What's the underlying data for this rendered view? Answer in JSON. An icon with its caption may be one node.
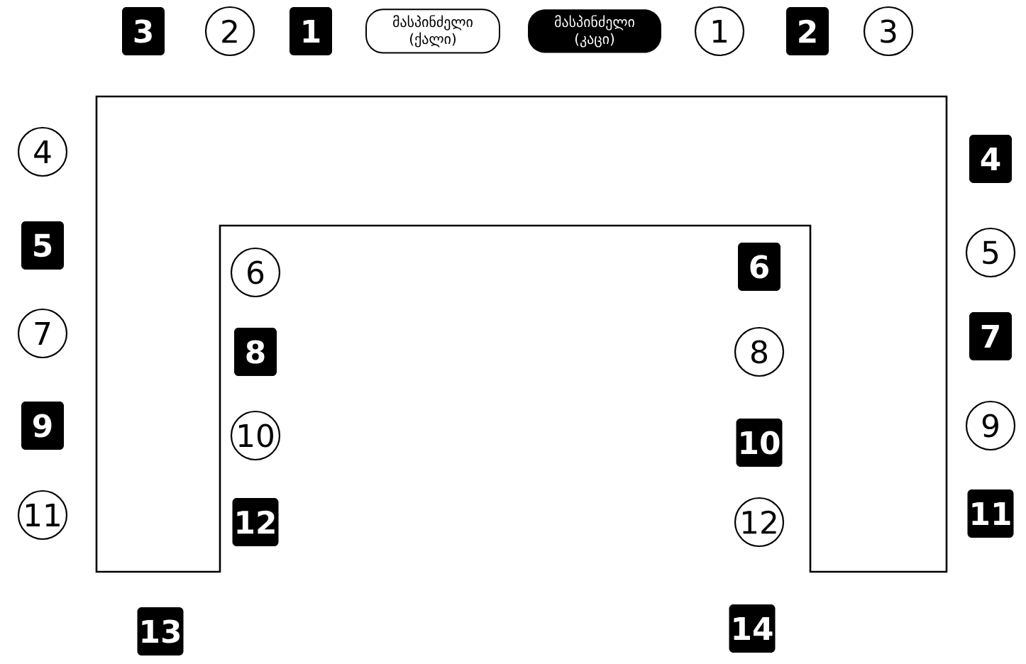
{
  "diagram": {
    "nodes": [
      {
        "text": [
          "3"
        ]
      },
      {
        "text": [
          "2"
        ]
      },
      {
        "text": [
          "1"
        ]
      },
      {
        "text": [
          "მასპინძელი (ქალი)"
        ]
      },
      {
        "text": [
          "მასპინძელი (კაცი)"
        ]
      },
      {
        "text": [
          "1"
        ]
      },
      {
        "text": [
          "2"
        ]
      },
      {
        "text": [
          "3"
        ]
      },
      {
        "text": [
          "4"
        ]
      },
      {
        "text": [
          "4"
        ]
      },
      {
        "text": [
          "5"
        ]
      },
      {
        "text": [
          "6"
        ]
      },
      {
        "text": [
          "6"
        ]
      },
      {
        "text": [
          "5"
        ]
      },
      {
        "text": [
          "7"
        ]
      },
      {
        "text": [
          "8"
        ]
      },
      {
        "text": [
          "8"
        ]
      },
      {
        "text": [
          "7"
        ]
      },
      {
        "text": [
          "9"
        ]
      },
      {
        "text": [
          "10"
        ]
      },
      {
        "text": [
          "10"
        ]
      },
      {
        "text": [
          "9"
        ]
      },
      {
        "text": [
          "11"
        ]
      },
      {
        "text": [
          "12"
        ]
      },
      {
        "text": [
          "12"
        ]
      },
      {
        "text": [
          "11"
        ]
      },
      {
        "text": [
          "13"
        ]
      },
      {
        "text": [
          "14"
        ]
      }
    ]
  }
}
